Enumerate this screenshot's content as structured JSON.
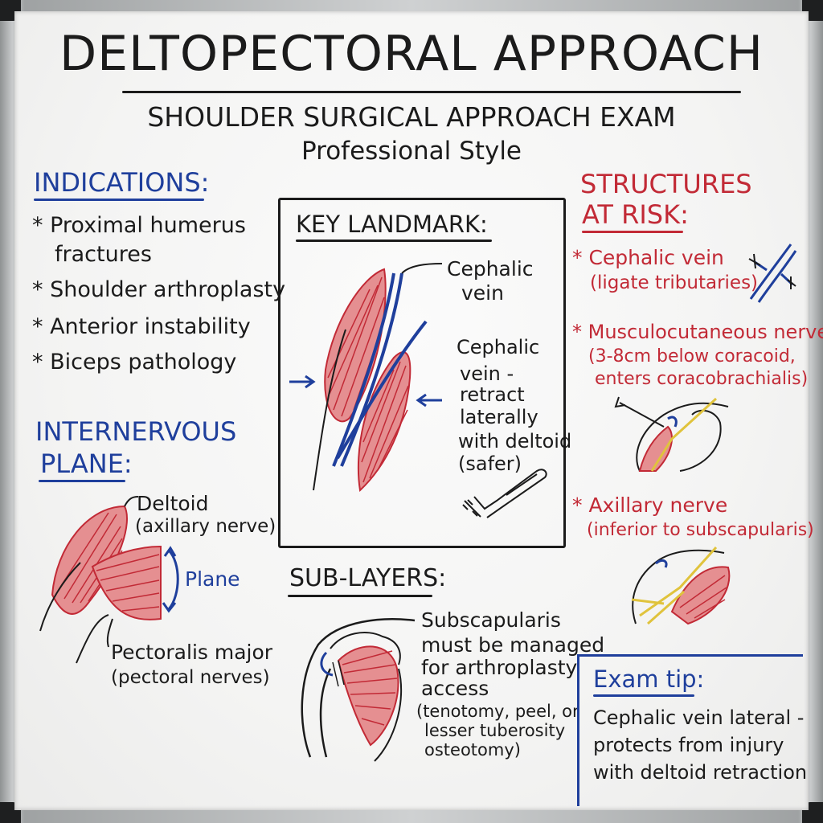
{
  "title": "DELTOPECTORAL APPROACH",
  "subtitle": "SHOULDER SURGICAL APPROACH EXAM",
  "subtitle2": "Professional Style",
  "indications": {
    "heading": "INDICATIONS:",
    "items": [
      "* Proximal humerus",
      "fractures",
      "* Shoulder arthroplasty",
      "* Anterior instability",
      "* Biceps pathology"
    ]
  },
  "key_landmark": {
    "heading": "KEY LANDMARK:",
    "label1_line1": "Cephalic",
    "label1_line2": "vein",
    "label2_lines": [
      "Cephalic",
      "vein -",
      "retract",
      "laterally",
      "with deltoid",
      "(safer)"
    ]
  },
  "internervous": {
    "heading_line1": "INTERNERVOUS",
    "heading_line2": "PLANE:",
    "deltoid": "Deltoid",
    "deltoid_nerve": "(axillary nerve)",
    "plane": "Plane",
    "pectoralis": "Pectoralis major",
    "pectoralis_nerve": "(pectoral nerves)"
  },
  "sub_layers": {
    "heading": "SUB-LAYERS:",
    "lines": [
      "Subscapularis",
      "must be managed",
      "for arthroplasty",
      "access"
    ],
    "small_lines": [
      "(tenotomy, peel, or",
      "lesser tuberosity",
      "osteotomy)"
    ]
  },
  "structures_at_risk": {
    "heading_line1": "STRUCTURES",
    "heading_line2": "AT RISK:",
    "cephalic": "* Cephalic vein",
    "cephalic_note": "(ligate tributaries)",
    "musculo": "* Musculocutaneous nerve",
    "musculo_note1": "(3-8cm below coracoid,",
    "musculo_note2": "enters coracobrachialis)",
    "axillary": "* Axillary nerve",
    "axillary_note": "(inferior to subscapularis)"
  },
  "exam_tip": {
    "heading": "Exam tip:",
    "lines": [
      "Cephalic vein lateral -",
      "protects from injury",
      "with deltoid retraction"
    ]
  },
  "colors": {
    "blue_ink": "#1f3f9c",
    "red_ink": "#c22a36",
    "black_ink": "#1b1b1b",
    "muscle_fill": "#e58f91"
  }
}
